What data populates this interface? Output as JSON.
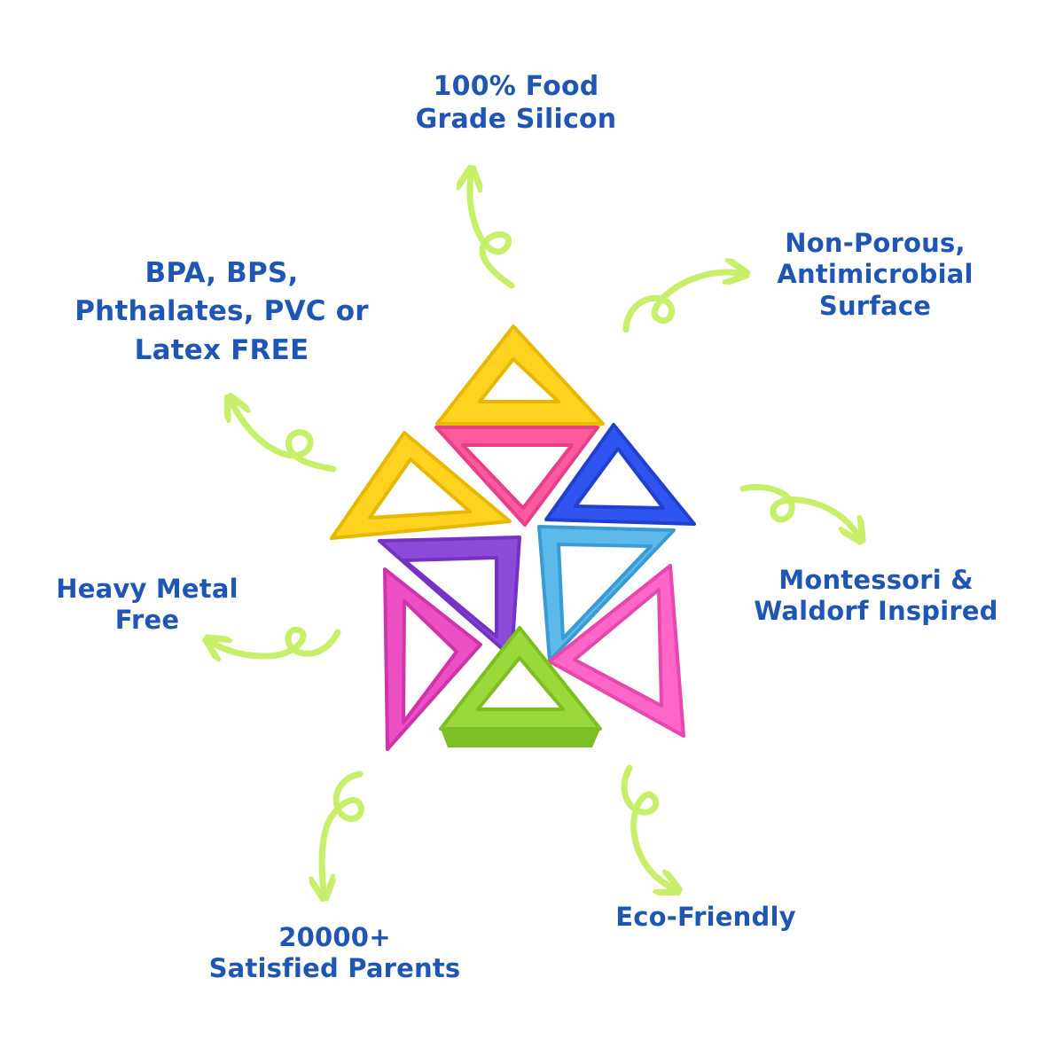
{
  "features": {
    "food_grade": {
      "line1": "100% Food",
      "line2": "Grade Silicon"
    },
    "non_porous": {
      "line1": "Non-Porous,",
      "line2": "Antimicrobial",
      "line3": "Surface"
    },
    "bpa_free": {
      "line1": "BPA, BPS,",
      "line2": "Phthalates, PVC or",
      "line3": "Latex FREE"
    },
    "montessori": {
      "line1": "Montessori &",
      "line2": "Waldorf Inspired"
    },
    "heavy_metal": {
      "line1": "Heavy Metal",
      "line2": "Free"
    },
    "parents": {
      "line1": "20000+",
      "line2": "Satisfied Parents"
    },
    "eco": {
      "line1": "Eco-Friendly"
    }
  },
  "colors": {
    "text": "#1f56b3",
    "arrow": "#c7ef6a",
    "yellow": "#ffd21f",
    "pink": "#ff5a9e",
    "blue": "#2f54f0",
    "sky": "#5cb9ea",
    "purple": "#8c4bd8",
    "magenta": "#ec4fc4",
    "green": "#9bd83a"
  },
  "icons": {
    "arrows": "curly-arrow-icon",
    "product": "silicone-triangle-house"
  }
}
